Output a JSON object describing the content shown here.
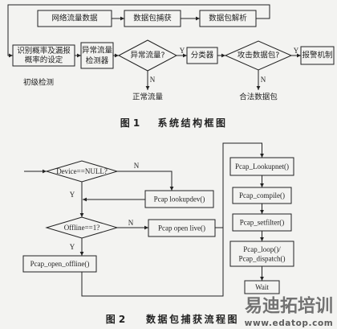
{
  "figure1": {
    "caption": {
      "number": "图 1",
      "title": "系统结构框图"
    },
    "network_traffic": "网络流量数据",
    "packet_capture": "数据包捕获",
    "packet_parse": "数据包解析",
    "prob_setting": [
      "识别概率及漏报",
      "概率的设定"
    ],
    "anomaly_detector": [
      "异常流量",
      "检测器"
    ],
    "anomaly_decision": "异常流量?",
    "classifier": "分类器",
    "attack_decision": "攻击数据包?",
    "alarm": "报警机制",
    "normal_traffic": "正常流量",
    "legal_packet": "合法数据包",
    "primary_detection": "初级检测",
    "yes": "Y",
    "no": "N"
  },
  "figure2": {
    "caption": {
      "number": "图 2",
      "title": "数据包捕获流程图"
    },
    "device_decision": "Device==NULL?",
    "lookupdev": "Pcap lookupdev()",
    "offline_decision": "Offline==1?",
    "open_live": "Pcap open live()",
    "open_offline": "Pcap_open_offline()",
    "lookupnet": "Pcap_Lookupnet()",
    "compile": "Pcap_compile()",
    "setfilter": "Pcap_setfilter()",
    "loop_dispatch": [
      "Pcap_loop()/",
      "Pcap_dispatch()"
    ],
    "wait": "Wait",
    "yes": "Y",
    "no": "N"
  },
  "watermark": {
    "brand": "易迪拓培训",
    "url": "www.edatop.com"
  },
  "colors": {
    "ink": "#222222",
    "paper": "#f3f3f1",
    "mark": "#5c5c5c"
  }
}
